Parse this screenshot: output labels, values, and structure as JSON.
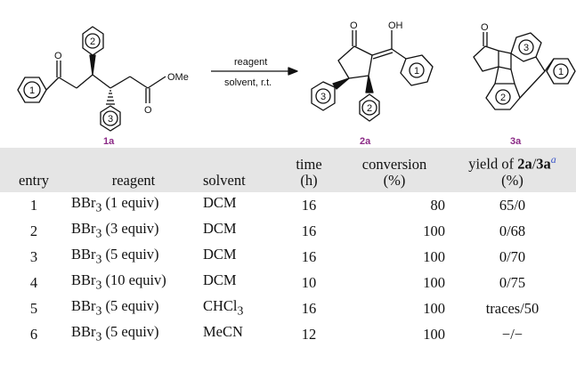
{
  "scheme": {
    "reactant_label": "1a",
    "product1_label": "2a",
    "product2_label": "3a",
    "arrow_top": "reagent",
    "arrow_bottom": "solvent, r.t.",
    "atom_O": "O",
    "atom_OMe": "OMe",
    "atom_OH": "OH",
    "ring1": "1",
    "ring2": "2",
    "ring3": "3"
  },
  "table": {
    "headers": {
      "entry": "entry",
      "reagent": "reagent",
      "solvent": "solvent",
      "time_top": "time",
      "time_bottom": "(h)",
      "conv_top": "conversion",
      "conv_bottom": "(%)",
      "yield_prefix": "yield of ",
      "yield_2a": "2a",
      "yield_sep": "/",
      "yield_3a": "3a",
      "yield_note": "a",
      "yield_bottom": "(%)"
    },
    "rows": [
      {
        "entry": "1",
        "reagent_base": "BBr",
        "reagent_sub": "3",
        "reagent_rest": " (1 equiv)",
        "solvent_base": "DCM",
        "solvent_sub": "",
        "time": "16",
        "conversion": "80",
        "yield": "65/0"
      },
      {
        "entry": "2",
        "reagent_base": "BBr",
        "reagent_sub": "3",
        "reagent_rest": " (3 equiv)",
        "solvent_base": "DCM",
        "solvent_sub": "",
        "time": "16",
        "conversion": "100",
        "yield": "0/68"
      },
      {
        "entry": "3",
        "reagent_base": "BBr",
        "reagent_sub": "3",
        "reagent_rest": " (5 equiv)",
        "solvent_base": "DCM",
        "solvent_sub": "",
        "time": "16",
        "conversion": "100",
        "yield": "0/70"
      },
      {
        "entry": "4",
        "reagent_base": "BBr",
        "reagent_sub": "3",
        "reagent_rest": " (10 equiv)",
        "solvent_base": "DCM",
        "solvent_sub": "",
        "time": "10",
        "conversion": "100",
        "yield": "0/75"
      },
      {
        "entry": "5",
        "reagent_base": "BBr",
        "reagent_sub": "3",
        "reagent_rest": " (5 equiv)",
        "solvent_base": "CHCl",
        "solvent_sub": "3",
        "time": "16",
        "conversion": "100",
        "yield": "traces/50"
      },
      {
        "entry": "6",
        "reagent_base": "BBr",
        "reagent_sub": "3",
        "reagent_rest": " (5 equiv)",
        "solvent_base": "MeCN",
        "solvent_sub": "",
        "time": "12",
        "conversion": "100",
        "yield": "−/−"
      }
    ]
  }
}
